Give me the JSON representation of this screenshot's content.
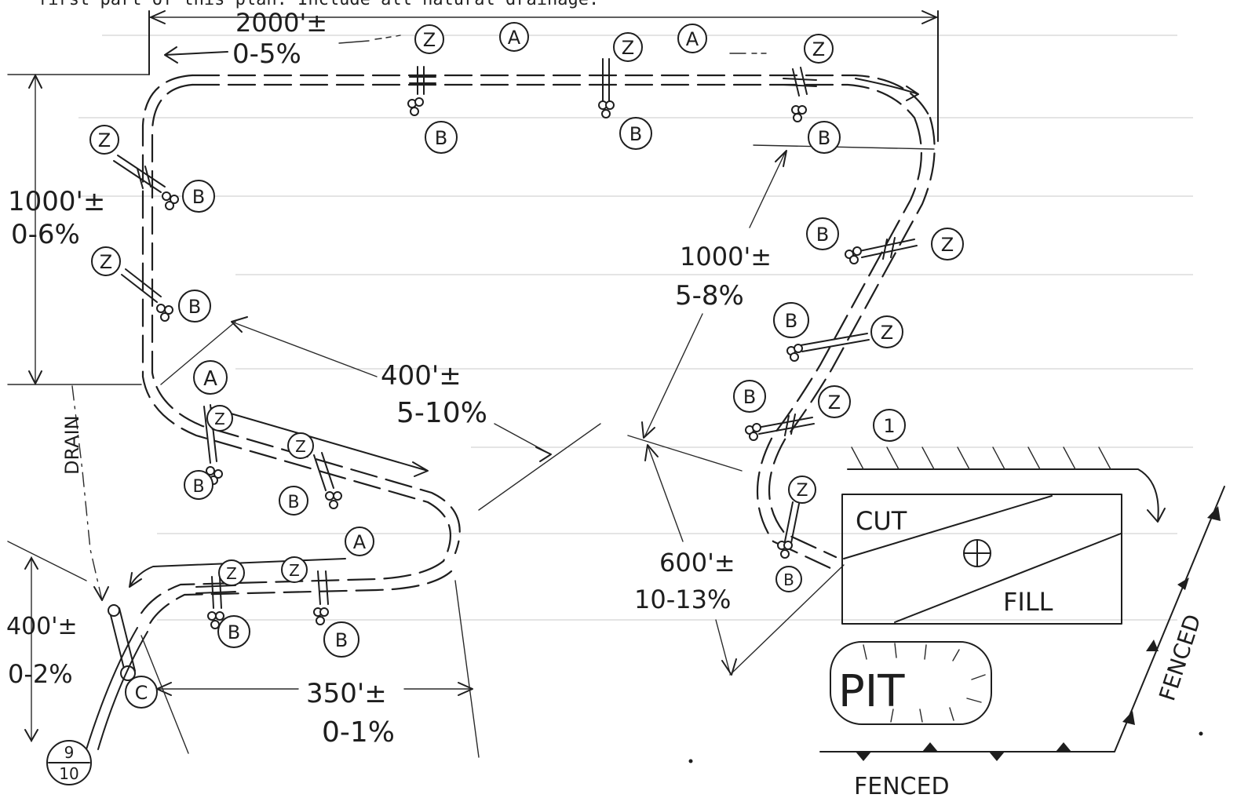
{
  "header_text": "first part of this plan. Include all natural drainage.",
  "segments": {
    "top": {
      "distance": "2000'±",
      "grade": "0-5%"
    },
    "left": {
      "distance": "1000'±",
      "grade": "0-6%"
    },
    "diagonal": {
      "distance": "400'±",
      "grade": "5-10%"
    },
    "right": {
      "distance": "1000'±",
      "grade": "5-8%"
    },
    "lower_right": {
      "distance": "600'±",
      "grade": "10-13%"
    },
    "lower_left": {
      "distance": "400'±",
      "grade": "0-2%"
    },
    "bottom": {
      "distance": "350'±",
      "grade": "0-1%"
    }
  },
  "symbols": {
    "a": "A",
    "b": "B",
    "z": "Z",
    "c": "C",
    "one": "1"
  },
  "labels": {
    "drain": "DRAIN",
    "cut": "CUT",
    "fill": "FILL",
    "pit": "PIT",
    "fenced_bottom": "FENCED",
    "fenced_right": "FENCED",
    "page_top": "9",
    "page_bottom": "10"
  }
}
